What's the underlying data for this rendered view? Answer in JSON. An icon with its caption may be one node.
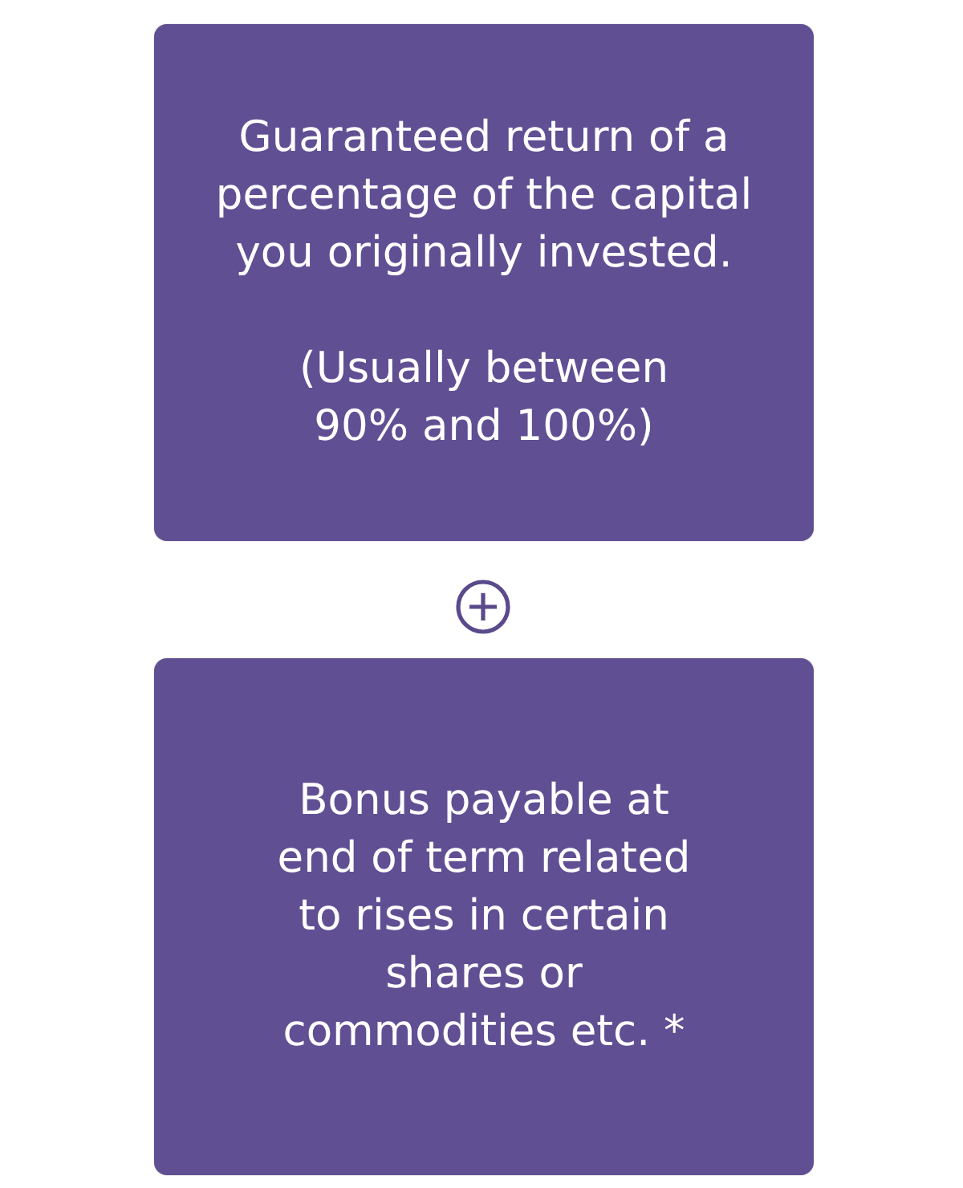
{
  "diagram": {
    "nodes": [
      {
        "text": [
          "Guaranteed return of a percentage of the capital you originally invested.",
          "(Usually between 90% and 100%)"
        ]
      },
      {
        "text": [
          "Bonus payable at end of term related to rises in certain shares or commodities etc. *"
        ]
      }
    ]
  }
}
